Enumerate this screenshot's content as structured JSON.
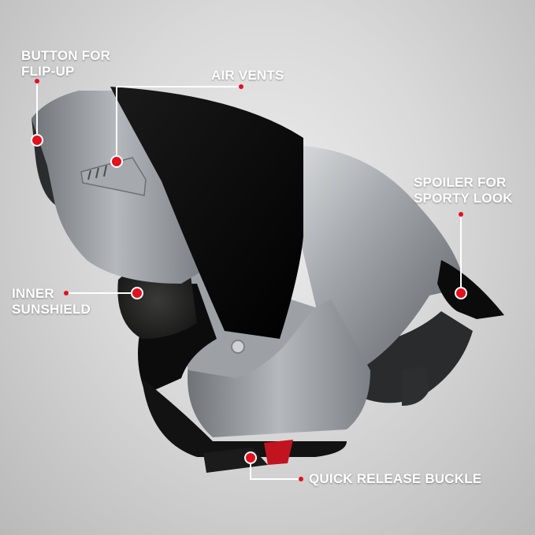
{
  "colors": {
    "accent": "#e3101e",
    "label_text": "#ffffff",
    "leader_line": "#ffffff",
    "background": "#d9d9d9",
    "shell_silver": "#9a9ea3",
    "visor_black": "#0a0a0a"
  },
  "callouts": {
    "button_flip_up": {
      "line1": "BUTTON FOR",
      "line2": "FLIP-UP"
    },
    "air_vents": {
      "line1": "AIR VENTS"
    },
    "spoiler": {
      "line1": "SPOILER FOR",
      "line2": "SPORTY LOOK"
    },
    "sunshield": {
      "line1": "INNER",
      "line2": "SUNSHIELD"
    },
    "buckle": {
      "line1": "QUICK RELEASE BUCKLE"
    }
  }
}
